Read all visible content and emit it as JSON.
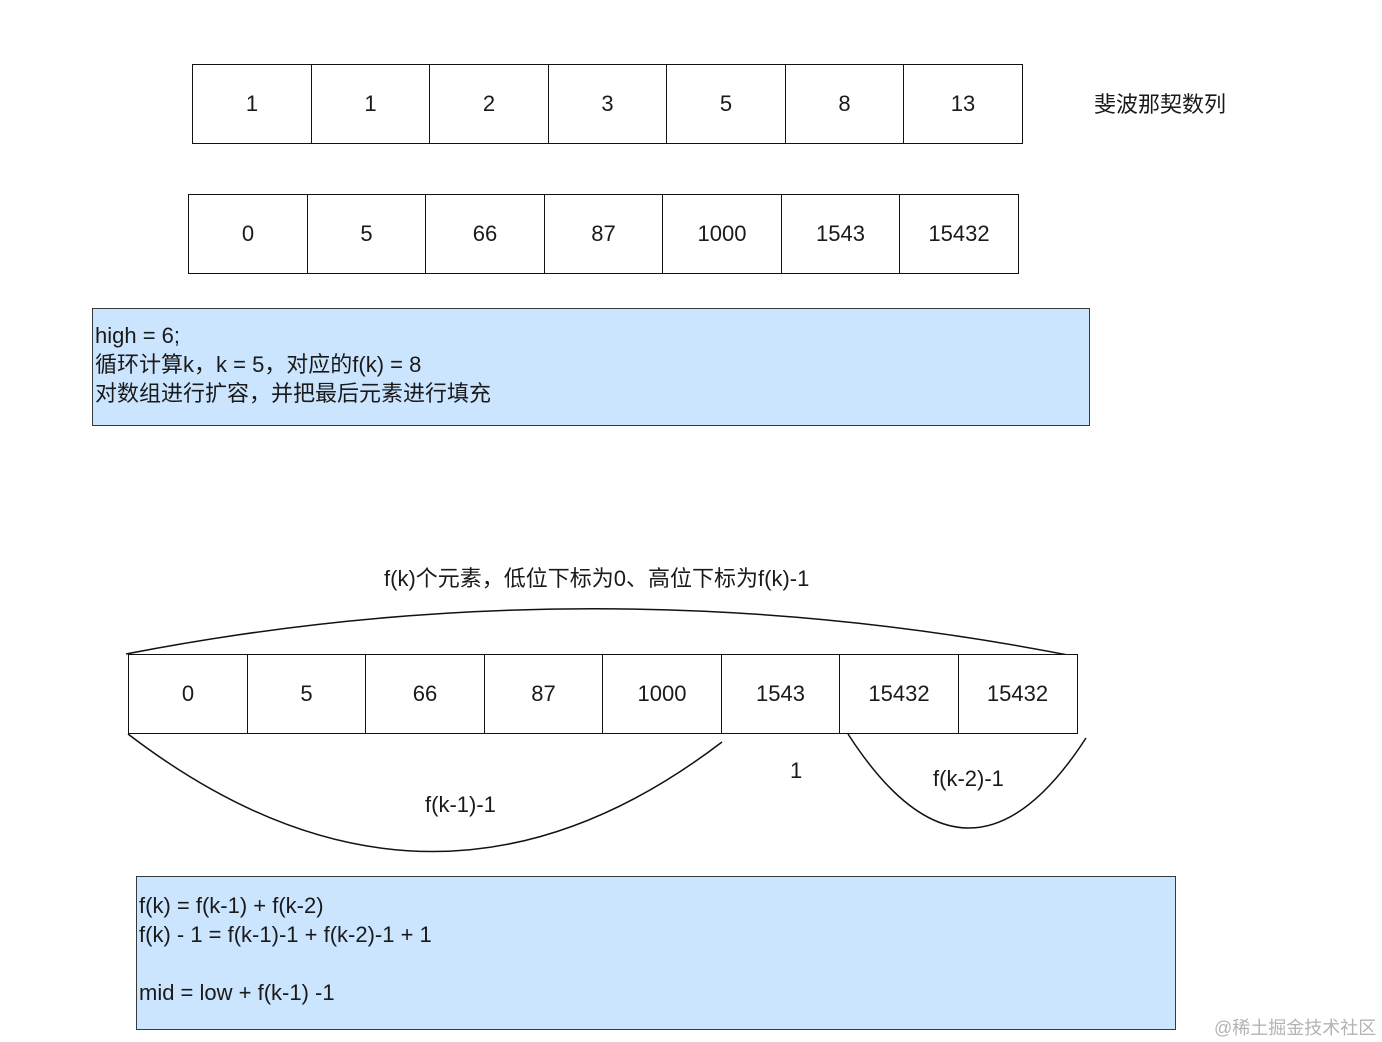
{
  "fibonacci": {
    "values": [
      "1",
      "1",
      "2",
      "3",
      "5",
      "8",
      "13"
    ],
    "label": "斐波那契数列"
  },
  "array": {
    "values": [
      "0",
      "5",
      "66",
      "87",
      "1000",
      "1543",
      "15432"
    ]
  },
  "note1": {
    "lines": [
      "high = 6;",
      "循环计算k，k = 5，对应的f(k) = 8",
      "对数组进行扩容，并把最后元素进行填充"
    ]
  },
  "extended": {
    "range_label": "f(k)个元素，低位下标为0、高位下标为f(k)-1",
    "values": [
      "0",
      "5",
      "66",
      "87",
      "1000",
      "1543",
      "15432",
      "15432"
    ],
    "left_label": "f(k-1)-1",
    "mid_label": "1",
    "right_label": "f(k-2)-1"
  },
  "note2": {
    "lines": [
      "f(k) = f(k-1) + f(k-2)",
      "f(k) - 1 = f(k-1)-1 + f(k-2)-1 + 1",
      "",
      "mid = low + f(k-1) -1"
    ]
  },
  "watermark": "@稀土掘金技术社区",
  "colors": {
    "note_fill": "#cce5ff",
    "note_border": "#36393d",
    "stroke": "#111111"
  }
}
